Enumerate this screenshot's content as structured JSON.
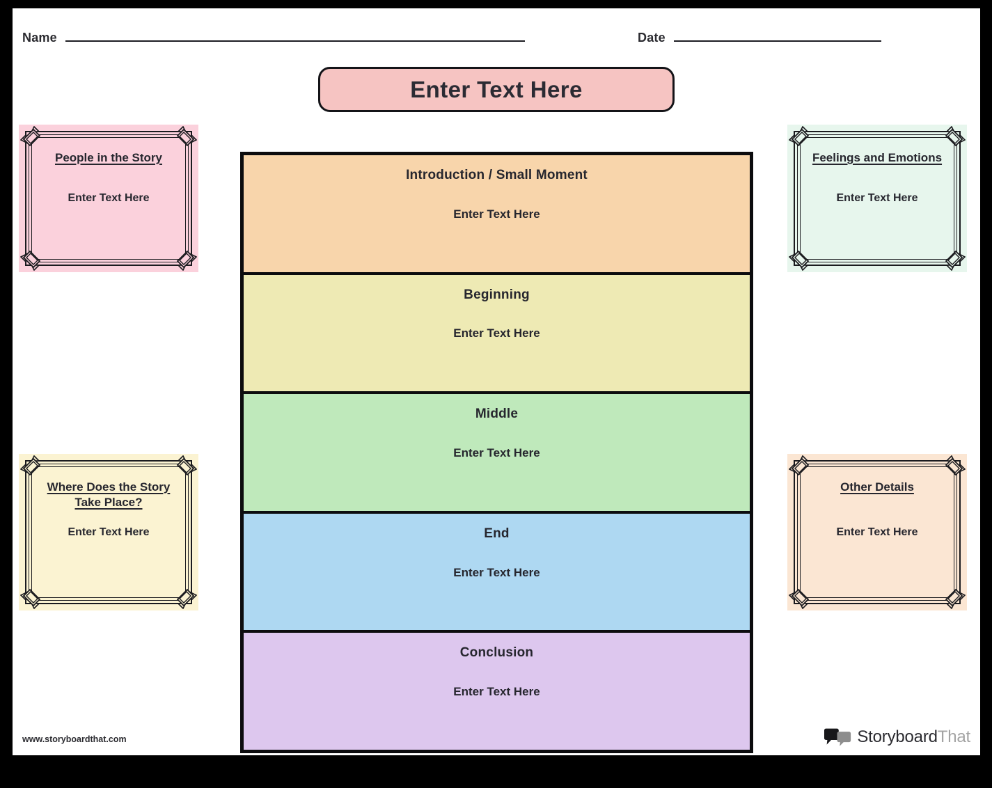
{
  "header": {
    "name_label": "Name",
    "date_label": "Date"
  },
  "title": {
    "text": "Enter Text Here"
  },
  "center": {
    "stages": [
      {
        "label": "Introduction / Small Moment",
        "placeholder": "Enter Text Here",
        "color": "#f8d5ab"
      },
      {
        "label": "Beginning",
        "placeholder": "Enter Text Here",
        "color": "#eeeab4"
      },
      {
        "label": "Middle",
        "placeholder": "Enter Text Here",
        "color": "#bfe9bb"
      },
      {
        "label": "End",
        "placeholder": "Enter Text Here",
        "color": "#aed8f2"
      },
      {
        "label": "Conclusion",
        "placeholder": "Enter Text Here",
        "color": "#ddc7ee"
      }
    ]
  },
  "side_cards": [
    {
      "id": "people",
      "title": "People in the Story",
      "placeholder": "Enter Text Here",
      "color": "#fbd1dc"
    },
    {
      "id": "setting",
      "title": "Where Does the Story Take Place?",
      "placeholder": "Enter Text Here",
      "color": "#fbf3d2"
    },
    {
      "id": "feelings",
      "title": "Feelings and Emotions",
      "placeholder": "Enter Text Here",
      "color": "#e7f6ed"
    },
    {
      "id": "other",
      "title": "Other Details",
      "placeholder": "Enter Text Here",
      "color": "#fbe6d3"
    }
  ],
  "footer": {
    "url": "www.storyboardthat.com",
    "brand_primary": "Storyboard",
    "brand_secondary": "That"
  },
  "colors": {
    "page_background": "#ffffff",
    "outer_background": "#000000",
    "ink": "#26262e",
    "title_banner": "#f6c4c2"
  }
}
